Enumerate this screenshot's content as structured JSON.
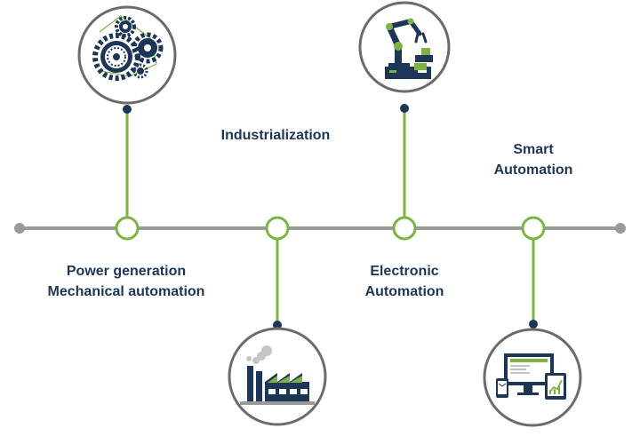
{
  "milestones": {
    "power": {
      "line1": "Power generation",
      "line2": "Mechanical automation",
      "icon": "gears-icon"
    },
    "industrialization": {
      "line1": "Industrialization",
      "icon": "factory-icon"
    },
    "electronic": {
      "line1": "Electronic",
      "line2": "Automation",
      "icon": "robot-arm-icon"
    },
    "smart": {
      "line1": "Smart",
      "line2": "Automation",
      "icon": "devices-icon"
    }
  },
  "colors": {
    "timeline": "#9a9a9a",
    "connector": "#7cb342",
    "navy": "#1d3557",
    "circle_border": "#6b6b6b"
  }
}
